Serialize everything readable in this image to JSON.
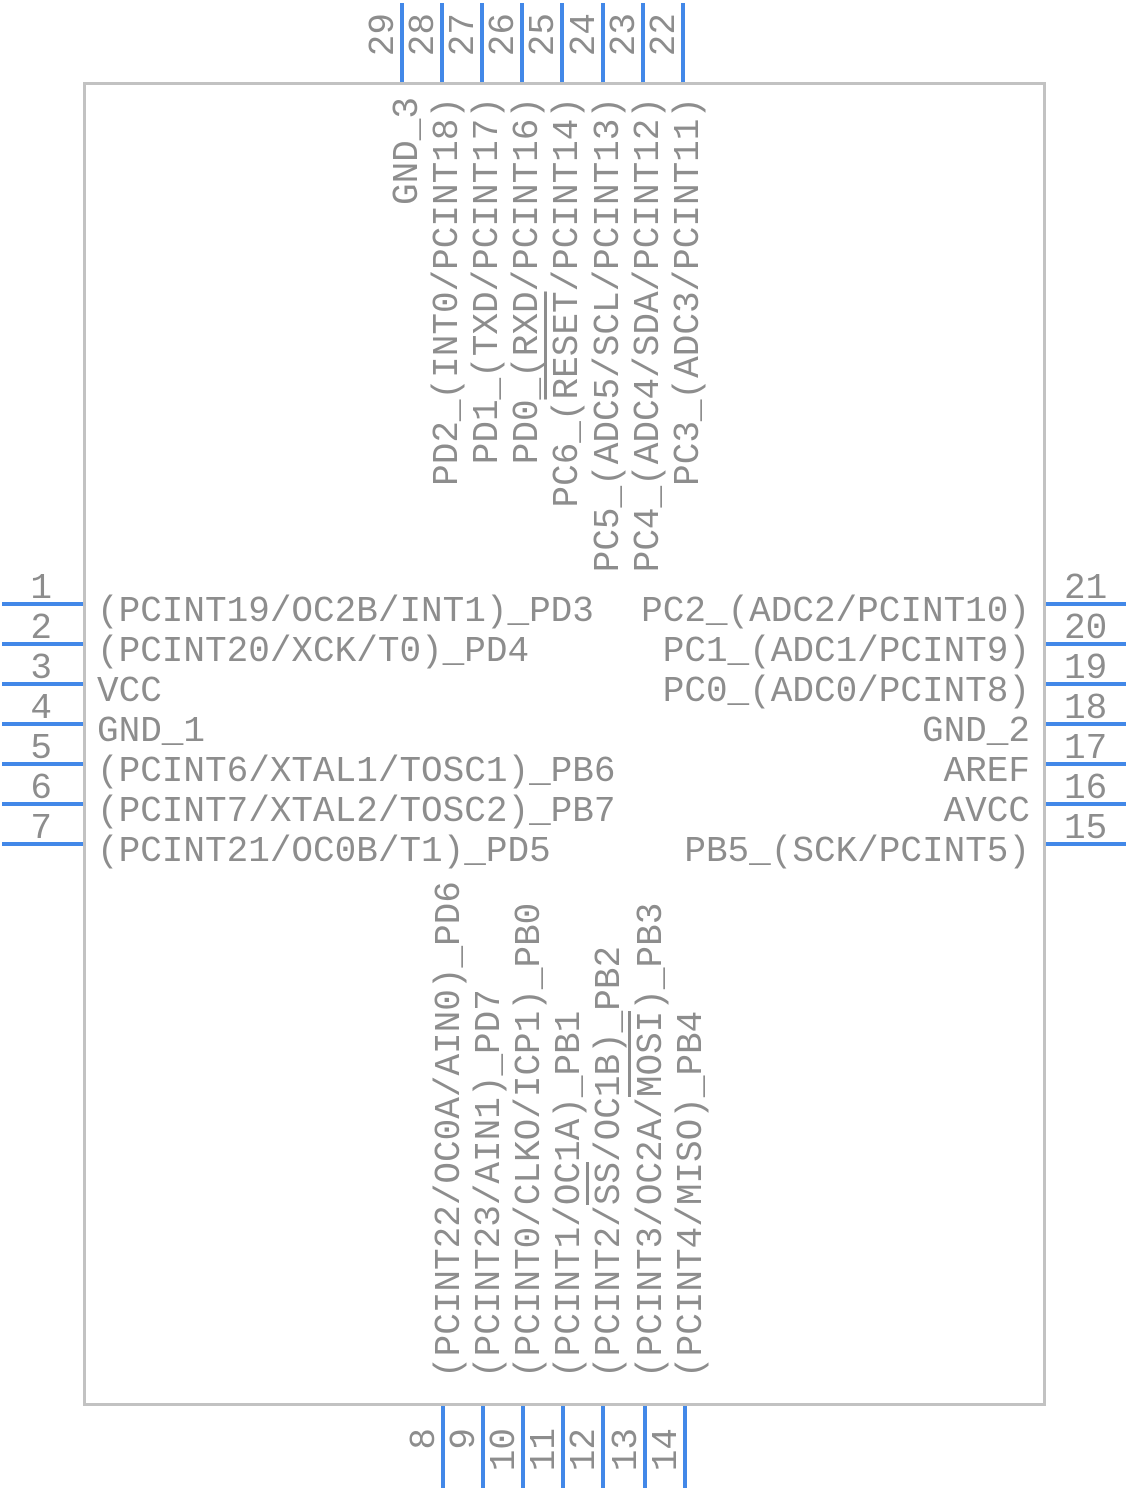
{
  "colors": {
    "pin_line": "#4288e8",
    "text": "#8d8d8d",
    "body_border": "#c2c2c2",
    "background": "#ffffff"
  },
  "pins": {
    "left": [
      {
        "number": "1",
        "label": "(PCINT19/OC2B/INT1)_PD3"
      },
      {
        "number": "2",
        "label": "(PCINT20/XCK/T0)_PD4"
      },
      {
        "number": "3",
        "label": "VCC"
      },
      {
        "number": "4",
        "label": "GND_1"
      },
      {
        "number": "5",
        "label": "(PCINT6/XTAL1/TOSC1)_PB6"
      },
      {
        "number": "6",
        "label": "(PCINT7/XTAL2/TOSC2)_PB7"
      },
      {
        "number": "7",
        "label": "(PCINT21/OC0B/T1)_PD5"
      }
    ],
    "right": [
      {
        "number": "21",
        "label": "PC2_(ADC2/PCINT10)"
      },
      {
        "number": "20",
        "label": "PC1_(ADC1/PCINT9)"
      },
      {
        "number": "19",
        "label": "PC0_(ADC0/PCINT8)"
      },
      {
        "number": "18",
        "label": "GND_2"
      },
      {
        "number": "17",
        "label": "AREF"
      },
      {
        "number": "16",
        "label": "AVCC"
      },
      {
        "number": "15",
        "label": "PB5_(SCK/PCINT5)"
      }
    ],
    "top": [
      {
        "number": "29",
        "label": "GND_3"
      },
      {
        "number": "28",
        "label": "PD2_(INT0/PCINT18)"
      },
      {
        "number": "27",
        "label": "PD1_(TXD/PCINT17)"
      },
      {
        "number": "26",
        "label": "PD0_(RXD/PCINT16)"
      },
      {
        "number": "25",
        "label": "PC6_(RESET/PCINT14)",
        "parts": [
          {
            "t": "PC6_(",
            "o": false
          },
          {
            "t": "RESET",
            "o": true
          },
          {
            "t": "/PCINT14)",
            "o": false
          }
        ]
      },
      {
        "number": "24",
        "label": "PC5_(ADC5/SCL/PCINT13)"
      },
      {
        "number": "23",
        "label": "PC4_(ADC4/SDA/PCINT12)"
      },
      {
        "number": "22",
        "label": "PC3_(ADC3/PCINT11)"
      }
    ],
    "bottom": [
      {
        "number": "8",
        "label": "(PCINT22/OC0A/AIN0)_PD6"
      },
      {
        "number": "9",
        "label": "(PCINT23/AIN1)_PD7"
      },
      {
        "number": "10",
        "label": "(PCINT0/CLKO/ICP1)_PB0"
      },
      {
        "number": "11",
        "label": "(PCINT1/OC1A)_PB1"
      },
      {
        "number": "12",
        "label": "(PCINT2/SS/OC1B)_PB2",
        "parts": [
          {
            "t": "(PCINT2/",
            "o": false
          },
          {
            "t": "SS",
            "o": true
          },
          {
            "t": "/OC1B)_PB2",
            "o": false
          }
        ]
      },
      {
        "number": "13",
        "label": "(PCINT3/OC2A/MOSI)_PB3",
        "parts": [
          {
            "t": "(PCINT3/OC2A/",
            "o": false
          },
          {
            "t": "MOSI",
            "o": true
          },
          {
            "t": ")_PB3",
            "o": false
          }
        ]
      },
      {
        "number": "14",
        "label": "(PCINT4/MISO)_PB4"
      }
    ]
  }
}
